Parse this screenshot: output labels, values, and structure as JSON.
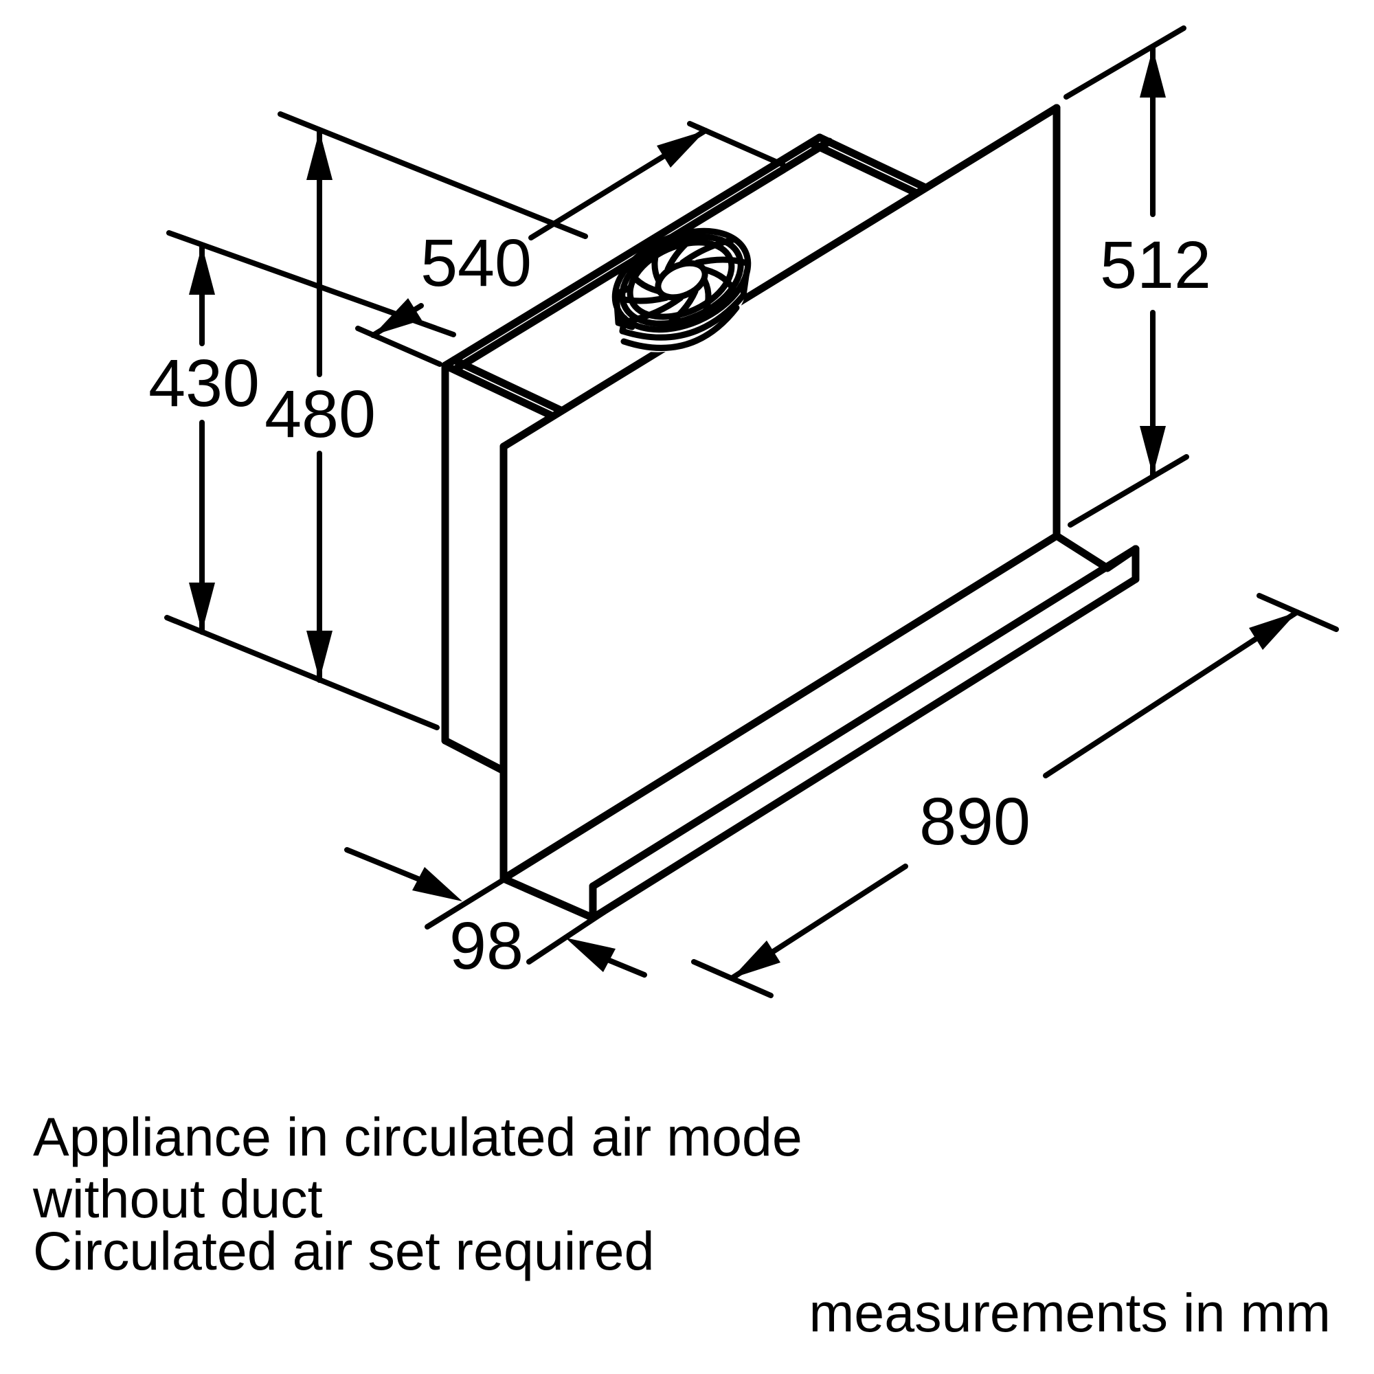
{
  "diagram": {
    "type": "technical-drawing",
    "subject": "cooker-hood-circulated-air-mode",
    "units": "mm",
    "line_color": "#000000",
    "background_color": "#ffffff",
    "dimensions": {
      "top_depth": "540",
      "left_inner_height": "430",
      "left_outer_height": "480",
      "right_height": "512",
      "bottom_width": "890",
      "bottom_depth": "98"
    },
    "caption": {
      "line1": "Appliance in circulated air mode",
      "line2": "without duct",
      "line3": "Circulated air set required",
      "units_note": "measurements in mm"
    }
  }
}
